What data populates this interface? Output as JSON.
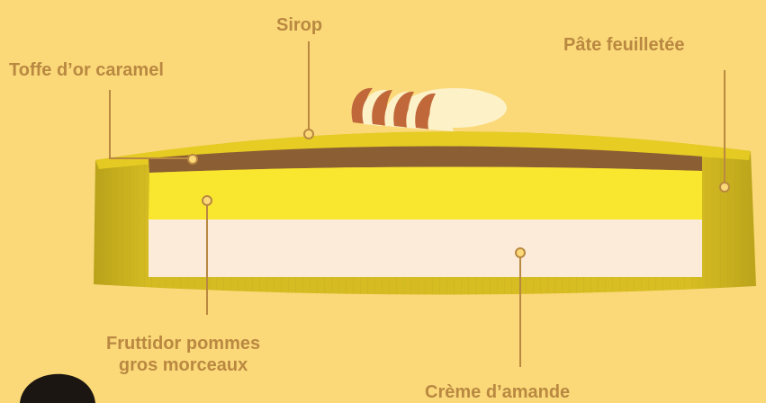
{
  "labels": {
    "sirop": "Sirop",
    "toffe": "Toffe d’or caramel",
    "pate": "Pâte feuilletée",
    "fruttidor_line1": "Fruttidor pommes",
    "fruttidor_line2": "gros morceaux",
    "creme": "Crème d’amande"
  },
  "colors": {
    "background": "#fbd979",
    "label_text": "#b98841",
    "leader_line": "#b98841",
    "crust_outer": "#c9b21f",
    "crust_top": "#e8cd23",
    "caramel_layer": "#8b5e34",
    "fruttidor_layer": "#f9e72f",
    "creme_layer": "#fbebd8",
    "apple_flesh": "#fdf1c8",
    "apple_skin": "#c0683a"
  }
}
